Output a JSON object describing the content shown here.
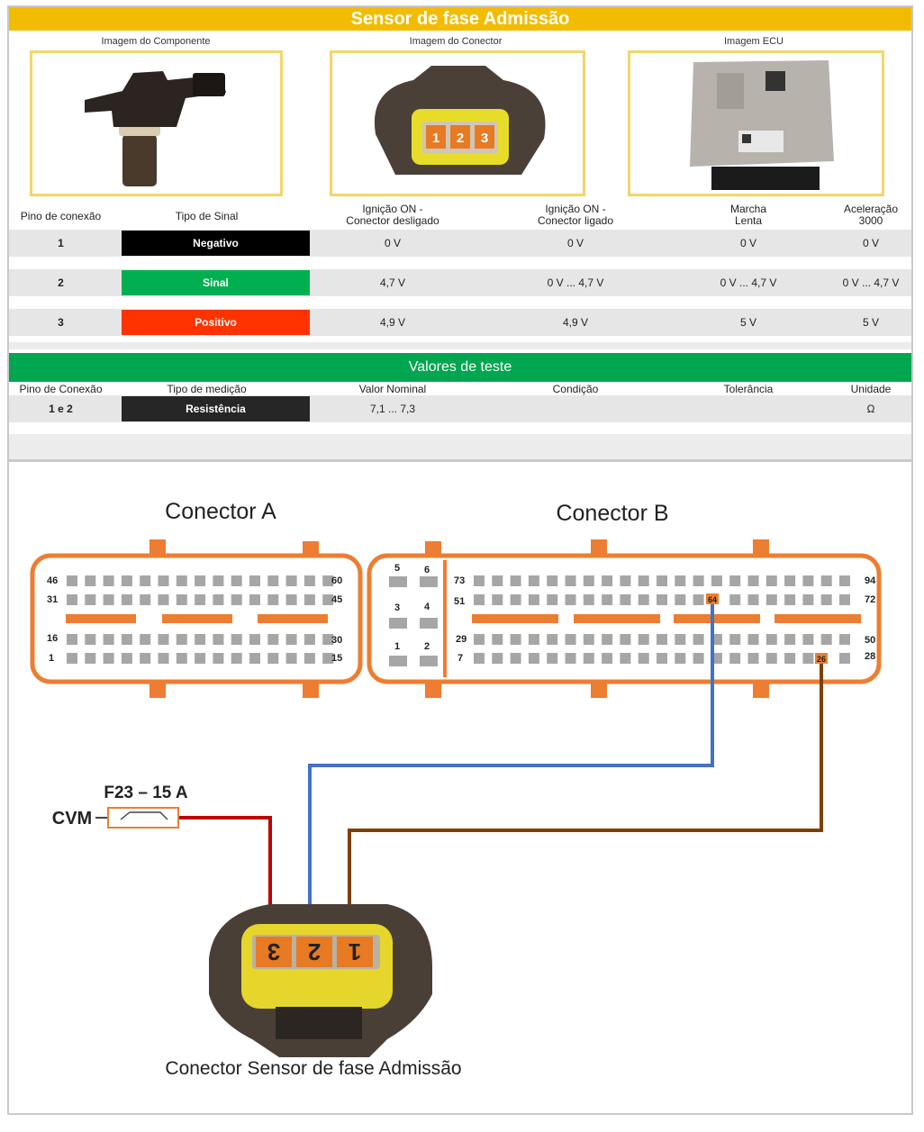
{
  "title": "Sensor de fase Admissão",
  "images": {
    "component_caption": "Imagem do Componente",
    "connector_caption": "Imagem do Conector",
    "ecu_caption": "Imagem ECU",
    "connector_pins": [
      "1",
      "2",
      "3"
    ]
  },
  "signal_table": {
    "headers": [
      "Pino de conexão",
      "Tipo de Sinal",
      "Ignição ON -\nConector desligado",
      "Ignição ON -\nConector ligado",
      "Marcha\nLenta",
      "Aceleração\n3000"
    ],
    "rows": [
      {
        "pin": "1",
        "type": "Negativo",
        "color": "#000000",
        "v1": "0 V",
        "v2": "0 V",
        "v3": "0 V",
        "v4": "0 V"
      },
      {
        "pin": "2",
        "type": "Sinal",
        "color": "#00b050",
        "v1": "4,7 V",
        "v2": "0 V ... 4,7 V",
        "v3": "0 V ... 4,7 V",
        "v4": "0 V ... 4,7 V"
      },
      {
        "pin": "3",
        "type": "Positivo",
        "color": "#ff3300",
        "v1": "4,9 V",
        "v2": "4,9 V",
        "v3": "5 V",
        "v4": "5 V"
      }
    ]
  },
  "test_values": {
    "title": "Valores de teste",
    "headers": [
      "Pino de Conexão",
      "Tipo de medição",
      "Valor Nominal",
      "Condição",
      "Tolerância",
      "Unidade"
    ],
    "rows": [
      {
        "pin": "1 e 2",
        "type": "Resistência",
        "nominal": "7,1 ... 7,3",
        "condition": "",
        "tolerance": "",
        "unit": "Ω"
      }
    ]
  },
  "diagram": {
    "connector_a_title": "Conector A",
    "connector_b_title": "Conector B",
    "conn_a_labels": {
      "top_left": "46",
      "top_right": "60",
      "r2_left": "31",
      "r2_right": "45",
      "r3_left": "16",
      "r3_right": "30",
      "bottom_left": "1",
      "bottom_right": "15"
    },
    "conn_b_labels": {
      "p5": "5",
      "p6": "6",
      "p3": "3",
      "p4": "4",
      "p1": "1",
      "p2": "2",
      "top_left": "73",
      "top_right": "94",
      "r2_left": "51",
      "r2_right": "72",
      "r3_left": "29",
      "r3_right": "50",
      "bottom_left": "7",
      "bottom_right": "28"
    },
    "pin_64": "64",
    "pin_26": "26",
    "fuse_label": "F23 – 15 A",
    "power_label": "CVM",
    "sensor_pins": [
      "3",
      "2",
      "1"
    ],
    "sensor_caption": "Conector Sensor de fase Admissão",
    "wire_colors": {
      "positive": "#c00000",
      "signal": "#4472c4",
      "ground": "#7f3f00",
      "connector": "#ed7d31"
    }
  }
}
